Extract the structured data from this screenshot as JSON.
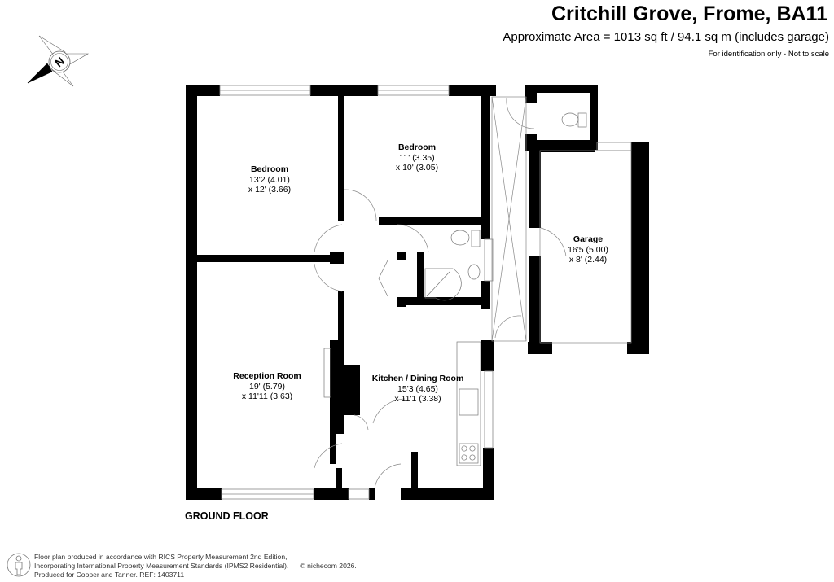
{
  "header": {
    "title": "Critchill Grove, Frome, BA11",
    "area": "Approximate Area = 1013 sq ft / 94.1 sq m (includes garage)",
    "disclaimer": "For identification only - Not to scale"
  },
  "compass": {
    "icon": "north-compass-icon",
    "letter": "N"
  },
  "floor": {
    "label": "GROUND FLOOR"
  },
  "rooms": [
    {
      "name": "Bedroom",
      "dim1": "13'2 (4.01)",
      "dim2": "x 12' (3.66)"
    },
    {
      "name": "Bedroom",
      "dim1": "11' (3.35)",
      "dim2": "x 10' (3.05)"
    },
    {
      "name": "Garage",
      "dim1": "16'5 (5.00)",
      "dim2": "x 8' (2.44)"
    },
    {
      "name": "Reception Room",
      "dim1": "19' (5.79)",
      "dim2": "x 11'11 (3.63)"
    },
    {
      "name": "Kitchen / Dining Room",
      "dim1": "15'3 (4.65)",
      "dim2": "x 11'1 (3.38)"
    }
  ],
  "footer": {
    "icon": "person-icon",
    "line1": "Floor plan produced in accordance with RICS Property Measurement 2nd Edition,",
    "line2": "Incorporating International Property Measurement Standards (IPMS2 Residential).",
    "copyright": "© nichecom 2026.",
    "line3": "Produced for Cooper and Tanner.   REF:  1403711"
  },
  "colors": {
    "wall": "#000000",
    "fixture": "#888888",
    "background": "#ffffff"
  }
}
